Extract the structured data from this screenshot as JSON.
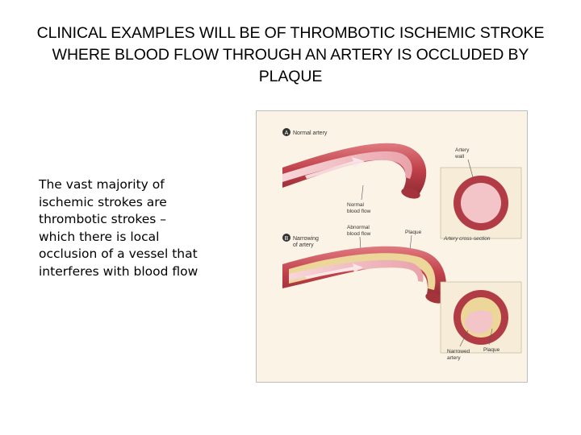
{
  "slide": {
    "title": "CLINICAL EXAMPLES WILL BE OF THROMBOTIC ISCHEMIC STROKE WHERE BLOOD FLOW THROUGH AN ARTERY IS OCCLUDED BY PLAQUE",
    "body": "The vast majority of ischemic strokes are thrombotic strokes – which there is local occlusion of a vessel that interferes with blood flow"
  },
  "figure": {
    "panel_a": {
      "marker": "A",
      "label": "Normal artery"
    },
    "panel_b": {
      "marker": "B",
      "label_line1": "Narrowing",
      "label_line2": "of artery"
    },
    "labels": {
      "artery_wall_1": "Artery",
      "artery_wall_2": "wall",
      "normal_flow_1": "Normal",
      "normal_flow_2": "blood flow",
      "abnormal_flow_1": "Abnormal",
      "abnormal_flow_2": "blood flow",
      "plaque_top": "Plaque",
      "cross_section": "Artery cross-section",
      "narrowed_1": "Narrowed",
      "narrowed_2": "artery",
      "plaque_bottom": "Plaque"
    },
    "colors": {
      "artery_red": "#c0414a",
      "artery_dark": "#8e2a32",
      "lumen_pink": "#f2b7bd",
      "plaque_yellow": "#ecd69a",
      "background": "#fbf4e6"
    }
  }
}
